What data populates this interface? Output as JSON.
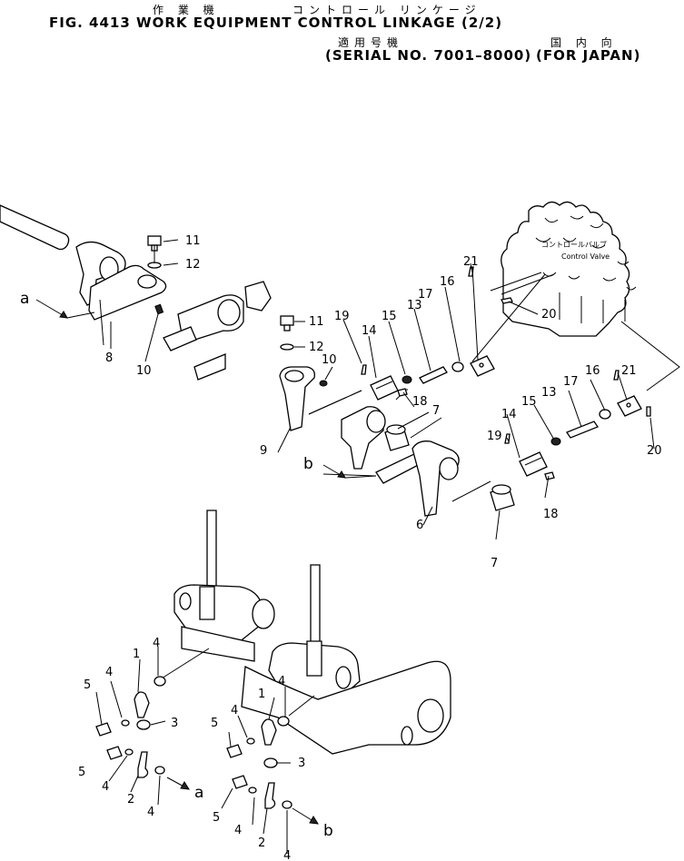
{
  "header": {
    "figure_title": "FIG. 4413  WORK  EQUIPMENT  CONTROL  LINKAGE  (2/2)",
    "jp_title_a": "作 業 機",
    "jp_title_b": "コントロール リンケージ",
    "jp_serial": "適用号機",
    "serial": "(SERIAL  NO. 7001–8000)",
    "jp_for": "国 内 向",
    "for_market": "(FOR  JAPAN)"
  },
  "diagram": {
    "control_valve_jp": "コントロールバルブ",
    "control_valve_en": "Control Valve",
    "ref_a": "a",
    "ref_b": "b",
    "callouts": {
      "c1": "1",
      "c2": "2",
      "c3": "3",
      "c4": "4",
      "c5": "5",
      "c6": "6",
      "c7": "7",
      "c8": "8",
      "c9": "9",
      "c10": "10",
      "c11": "11",
      "c12": "12",
      "c13": "13",
      "c14": "14",
      "c15": "15",
      "c16": "16",
      "c17": "17",
      "c18": "18",
      "c19": "19",
      "c20": "20",
      "c21": "21"
    }
  }
}
